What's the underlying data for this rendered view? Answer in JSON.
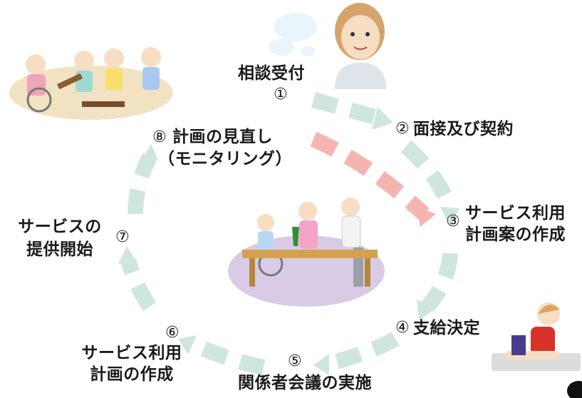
{
  "colors": {
    "arrow": "#cfe6dc",
    "arrow_highlight": "#f6b4b0",
    "text": "#1a1a1a",
    "floor_center": "#d9cbe6",
    "floor_topleft": "#f1e2c2"
  },
  "steps": {
    "s1": {
      "num": "①",
      "text": "相談受付"
    },
    "s2": {
      "num": "②",
      "text": "面接及び契約"
    },
    "s3": {
      "num": "③",
      "line1": "サービス利用",
      "line2": "計画案の作成"
    },
    "s4": {
      "num": "④",
      "text": "支給決定"
    },
    "s5": {
      "num": "⑤",
      "text": "関係者会議の実施"
    },
    "s6": {
      "num": "⑥",
      "line1": "サービス利用",
      "line2": "計画の作成"
    },
    "s7": {
      "num": "⑦",
      "line1": "サービスの",
      "line2": "提供開始"
    },
    "s8": {
      "num": "⑧",
      "line1": "計画の見直し",
      "line2": "（モニタリング）"
    }
  },
  "illustrations": {
    "counselor": "counselor-person-illustration",
    "meeting": "family-meeting-table-illustration",
    "children": "children-playing-illustration",
    "exercise": "woman-exercising-illustration"
  }
}
